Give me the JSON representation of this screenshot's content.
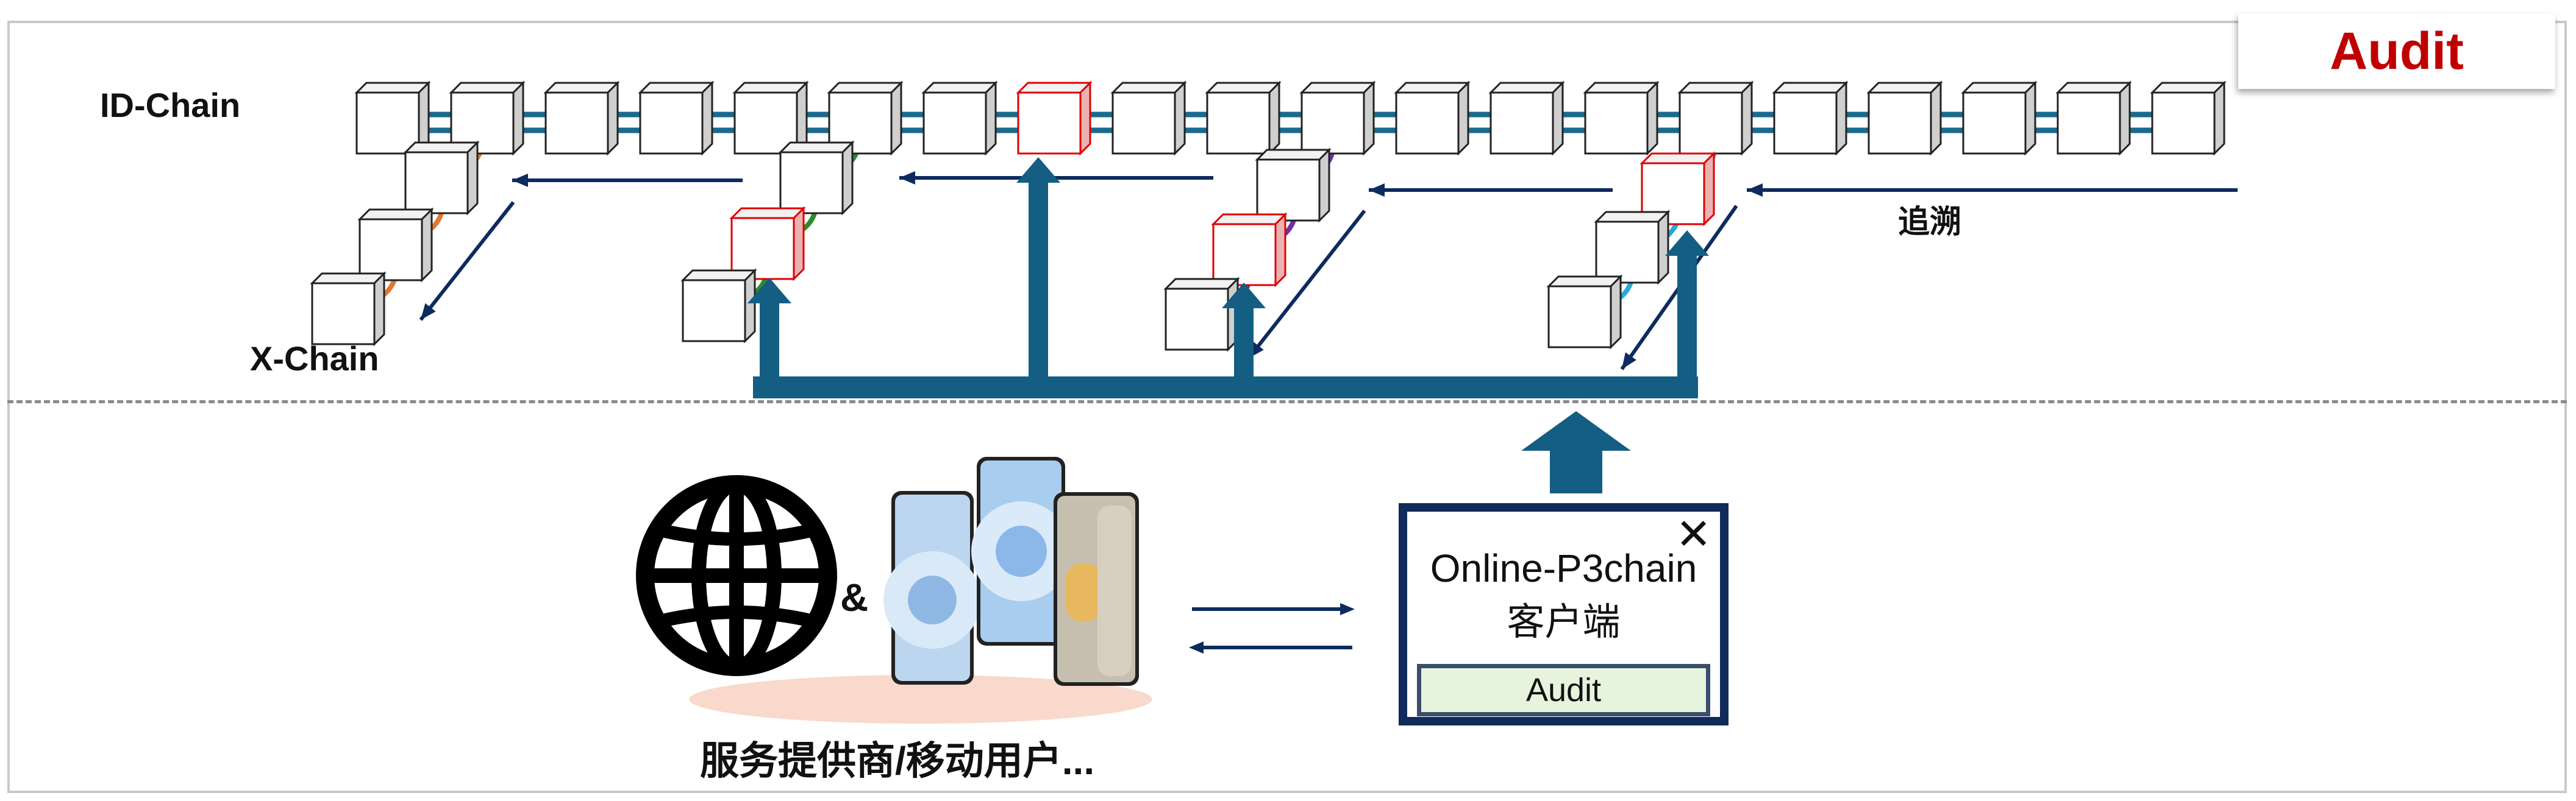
{
  "header": {
    "audit_label": "Audit"
  },
  "chains": {
    "id_chain": "ID-Chain",
    "x_chain": "X-Chain",
    "trace": "追溯"
  },
  "providers": {
    "ampersand": "&",
    "caption": "服务提供商/移动用户..."
  },
  "client": {
    "name": "Online-P3chain",
    "subtitle": "客户端",
    "close_symbol": "✕",
    "audit_button": "Audit"
  },
  "icons": {
    "globe": "globe-icon",
    "phones": "smartphone-icon",
    "close": "close-icon"
  },
  "colors": {
    "chain_link": "#1a6a8c",
    "highlight_block": "#e00000",
    "arrow_big": "#135e82",
    "arrow_small": "#0d2b5e",
    "audit_text": "#c00000",
    "branch_links": [
      "#e07830",
      "#2e8b2e",
      "#7030a0",
      "#2aa8d8"
    ]
  }
}
